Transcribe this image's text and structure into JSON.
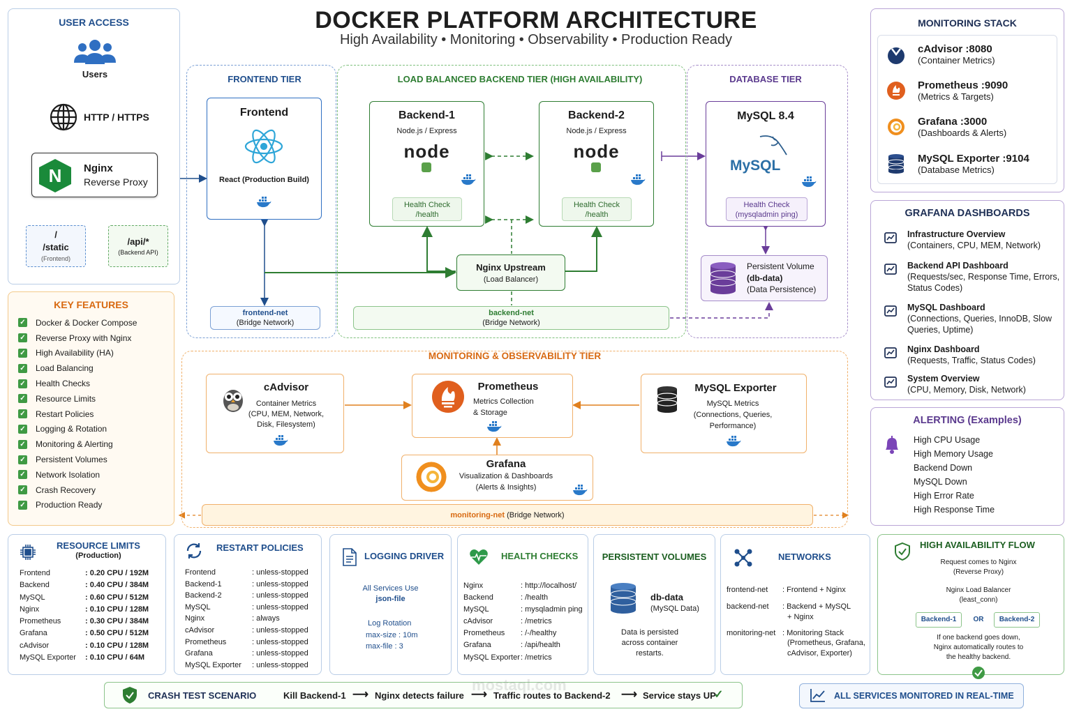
{
  "header": {
    "title": "DOCKER PLATFORM ARCHITECTURE",
    "subtitle": "High Availability • Monitoring • Observability • Production Ready"
  },
  "user_access": {
    "title": "USER ACCESS",
    "users": "Users",
    "protocol": "HTTP / HTTPS",
    "nginx_title": "Nginx",
    "nginx_sub": "Reverse Proxy",
    "route_static_1": "/",
    "route_static_2": "/static",
    "route_static_3": "(Frontend)",
    "route_api_1": "/api/*",
    "route_api_2": "(Backend API)"
  },
  "key_features": {
    "title": "KEY FEATURES",
    "items": [
      "Docker & Docker Compose",
      "Reverse Proxy with Nginx",
      "High Availability (HA)",
      "Load Balancing",
      "Health Checks",
      "Resource Limits",
      "Restart Policies",
      "Logging & Rotation",
      "Monitoring & Alerting",
      "Persistent Volumes",
      "Network Isolation",
      "Crash Recovery",
      "Production Ready"
    ]
  },
  "frontend_tier": {
    "title": "FRONTEND TIER",
    "box_title": "Frontend",
    "box_sub": "React (Production Build)",
    "net_1": "frontend-net",
    "net_2": "(Bridge Network)"
  },
  "backend_tier": {
    "title": "LOAD BALANCED BACKEND TIER (HIGH AVAILABILITY)",
    "b1_title": "Backend-1",
    "b2_title": "Backend-2",
    "stack": "Node.js / Express",
    "node_logo": "node",
    "hc_1": "Health Check",
    "hc_2": "/health",
    "upstream_1": "Nginx Upstream",
    "upstream_2": "(Load Balancer)",
    "net_1": "backend-net",
    "net_2": "(Bridge Network)"
  },
  "database_tier": {
    "title": "DATABASE TIER",
    "box_title": "MySQL 8.4",
    "logo": "MySQL",
    "hc_1": "Health Check",
    "hc_2": "(mysqladmin ping)",
    "vol_1": "Persistent Volume",
    "vol_2": "(db-data)",
    "vol_3": "(Data Persistence)"
  },
  "monitoring_tier": {
    "title": "MONITORING & OBSERVABILITY TIER",
    "cadvisor_title": "cAdvisor",
    "cadvisor_1": "Container Metrics",
    "cadvisor_2": "(CPU, MEM, Network,",
    "cadvisor_3": "Disk, Filesystem)",
    "prom_title": "Prometheus",
    "prom_1": "Metrics Collection",
    "prom_2": "& Storage",
    "exp_title": "MySQL Exporter",
    "exp_1": "MySQL Metrics",
    "exp_2": "(Connections, Queries,",
    "exp_3": "Performance)",
    "graf_title": "Grafana",
    "graf_1": "Visualization & Dashboards",
    "graf_2": "(Alerts & Insights)",
    "net_1": "monitoring-net",
    "net_2": "(Bridge Network)"
  },
  "monitoring_stack": {
    "title": "MONITORING STACK",
    "items": [
      {
        "name": "cAdvisor  :8080",
        "desc": "(Container Metrics)"
      },
      {
        "name": "Prometheus  :9090",
        "desc": "(Metrics & Targets)"
      },
      {
        "name": "Grafana  :3000",
        "desc": "(Dashboards & Alerts)"
      },
      {
        "name": "MySQL Exporter  :9104",
        "desc": "(Database Metrics)"
      }
    ]
  },
  "grafana_dashboards": {
    "title": "GRAFANA DASHBOARDS",
    "items": [
      {
        "name": "Infrastructure Overview",
        "desc": "(Containers, CPU, MEM, Network)"
      },
      {
        "name": "Backend API Dashboard",
        "desc": "(Requests/sec, Response Time, Errors, Status Codes)"
      },
      {
        "name": "MySQL Dashboard",
        "desc": "(Connections, Queries, InnoDB, Slow Queries, Uptime)"
      },
      {
        "name": "Nginx Dashboard",
        "desc": "(Requests, Traffic, Status Codes)"
      },
      {
        "name": "System Overview",
        "desc": "(CPU, Memory, Disk, Network)"
      }
    ]
  },
  "alerting": {
    "title": "ALERTING (Examples)",
    "items": [
      "High CPU Usage",
      "High Memory Usage",
      "Backend Down",
      "MySQL Down",
      "High Error Rate",
      "High Response Time"
    ]
  },
  "resource_limits": {
    "title_1": "RESOURCE LIMITS",
    "title_2": "(Production)",
    "rows": [
      {
        "k": "Frontend",
        "v": ": 0.20 CPU / 192M"
      },
      {
        "k": "Backend",
        "v": ": 0.40 CPU / 384M"
      },
      {
        "k": "MySQL",
        "v": ": 0.60 CPU / 512M"
      },
      {
        "k": "Nginx",
        "v": ": 0.10 CPU / 128M"
      },
      {
        "k": "Prometheus",
        "v": ": 0.30 CPU / 384M"
      },
      {
        "k": "Grafana",
        "v": ": 0.50 CPU / 512M"
      },
      {
        "k": "cAdvisor",
        "v": ": 0.10 CPU / 128M"
      },
      {
        "k": "MySQL Exporter",
        "v": ": 0.10 CPU / 64M"
      }
    ]
  },
  "restart_policies": {
    "title": "RESTART POLICIES",
    "rows": [
      {
        "k": "Frontend",
        "v": ": unless-stopped"
      },
      {
        "k": "Backend-1",
        "v": ": unless-stopped"
      },
      {
        "k": "Backend-2",
        "v": ": unless-stopped"
      },
      {
        "k": "MySQL",
        "v": ": unless-stopped"
      },
      {
        "k": "Nginx",
        "v": ": always"
      },
      {
        "k": "cAdvisor",
        "v": ": unless-stopped"
      },
      {
        "k": "Prometheus",
        "v": ": unless-stopped"
      },
      {
        "k": "Grafana",
        "v": ": unless-stopped"
      },
      {
        "k": "MySQL Exporter",
        "v": ": unless-stopped"
      }
    ]
  },
  "logging_driver": {
    "title": "LOGGING DRIVER",
    "l1": "All Services Use",
    "l2": "json-file",
    "l3": "Log Rotation",
    "l4": "max-size : 10m",
    "l5": "max-file : 3"
  },
  "health_checks": {
    "title": "HEALTH CHECKS",
    "rows": [
      {
        "k": "Nginx",
        "v": ": http://localhost/"
      },
      {
        "k": "Backend",
        "v": ": /health"
      },
      {
        "k": "MySQL",
        "v": ": mysqladmin ping"
      },
      {
        "k": "cAdvisor",
        "v": ": /metrics"
      },
      {
        "k": "Prometheus",
        "v": ": /-/healthy"
      },
      {
        "k": "Grafana",
        "v": ": /api/health"
      },
      {
        "k": "MySQL Exporter",
        "v": ": /metrics"
      }
    ]
  },
  "persistent_volumes": {
    "title": "PERSISTENT VOLUMES",
    "vol": "db-data",
    "vol_sub": "(MySQL Data)",
    "d1": "Data is persisted",
    "d2": "across container",
    "d3": "restarts."
  },
  "networks": {
    "title": "NETWORKS",
    "r1k": "frontend-net",
    "r1v": ": Frontend + Nginx",
    "r2k": "backend-net",
    "r2v1": ": Backend + MySQL",
    "r2v2": "+ Nginx",
    "r3k": "monitoring-net",
    "r3v1": ": Monitoring Stack",
    "r3v2": "(Prometheus, Grafana,",
    "r3v3": "cAdvisor, Exporter)"
  },
  "ha_flow": {
    "title": "HIGH AVAILABILITY FLOW",
    "s1": "Request comes to Nginx",
    "s2": "(Reverse Proxy)",
    "s3": "Nginx Load Balancer",
    "s4": "(least_conn)",
    "b1": "Backend-1",
    "or": "OR",
    "b2": "Backend-2",
    "d1": "If one backend goes down,",
    "d2": "Nginx automatically routes to",
    "d3": "the healthy backend."
  },
  "crash_test": {
    "title": "CRASH TEST SCENARIO",
    "step1": "Kill Backend-1",
    "step2": "Nginx detects failure",
    "step3": "Traffic routes to Backend-2",
    "step4": "Service stays UP"
  },
  "footer": {
    "realtime": "ALL SERVICES MONITORED IN REAL-TIME"
  },
  "watermark": "mostaql.com",
  "colors": {
    "blue": "#1f4e8c",
    "green": "#2e7d32",
    "purple": "#5b3a8e",
    "orange": "#d86a12",
    "docker": "#2979c9",
    "nginx": "#1a8a3a"
  }
}
